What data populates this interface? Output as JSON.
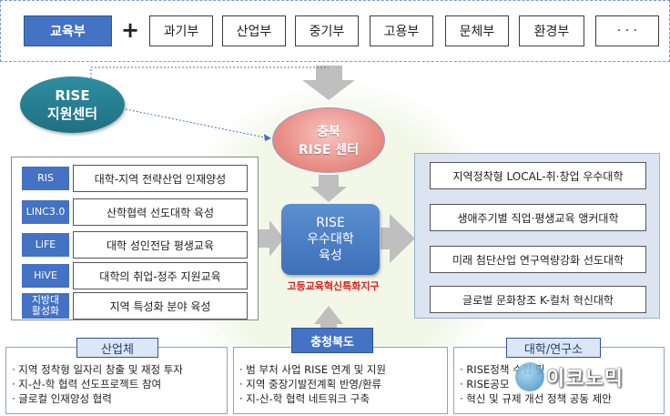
{
  "top_bar": {
    "main_dept": "교육부",
    "plus": "+",
    "depts": [
      "과기부",
      "산업부",
      "중기부",
      "고용부",
      "문체부",
      "환경부",
      "· · ·"
    ]
  },
  "rise_support": {
    "line1": "RISE",
    "line2": "지원센터"
  },
  "chungbuk_center": {
    "line1": "충북",
    "line2": "RISE 센터"
  },
  "center_box": {
    "line1": "RISE",
    "line2": "우수대학",
    "line3": "육성"
  },
  "special_zone": "고등교육혁신특화지구",
  "programs": [
    {
      "tag": "RIS",
      "desc": "대학-지역 전략산업 인재양성"
    },
    {
      "tag": "LINC3.0",
      "desc": "산학협력 선도대학 육성"
    },
    {
      "tag": "LiFE",
      "desc": "대학 성인전담 평생교육"
    },
    {
      "tag": "HiVE",
      "desc": "대학의 취업-정주 지원교육"
    },
    {
      "tag": "지방대\n활성화",
      "desc": "지역 특성화 분야 육성"
    }
  ],
  "outcomes": [
    "지역정착형  LOCAL-취·창업 우수대학",
    "생애주기별 직업·평생교육 앵커대학",
    "미래 첨단산업 연구역량강화 선도대학",
    "글로벌 문화창조 K-컬처 혁신대학"
  ],
  "bottom": {
    "industry": {
      "label": "산업체",
      "items": [
        "· 지역 정착형 일자리 창출 및 재정 투자",
        "· 지-산-학 협력 선도프로젝트 참여",
        "· 글로컬 인재양성 협력"
      ]
    },
    "province": {
      "label": "충청북도",
      "items": [
        "· 범 부처 사업 RISE 연계 및 지원",
        "· 지역 중장기발전계획 반영/환류",
        "· 지-산-학 협력 네트워크 구축"
      ]
    },
    "university": {
      "label": "대학/연구소",
      "items": [
        "· RISE정책 수립 및 ",
        "· RISE공모",
        "· 혁신 및 규제 개선 정책 공동 제안"
      ]
    }
  },
  "watermark": "이코노믹",
  "colors": {
    "accent_blue": "#4472c4",
    "teal": "#1f6f82",
    "rise_red": "#e98f87",
    "zone_red": "#e02020"
  }
}
